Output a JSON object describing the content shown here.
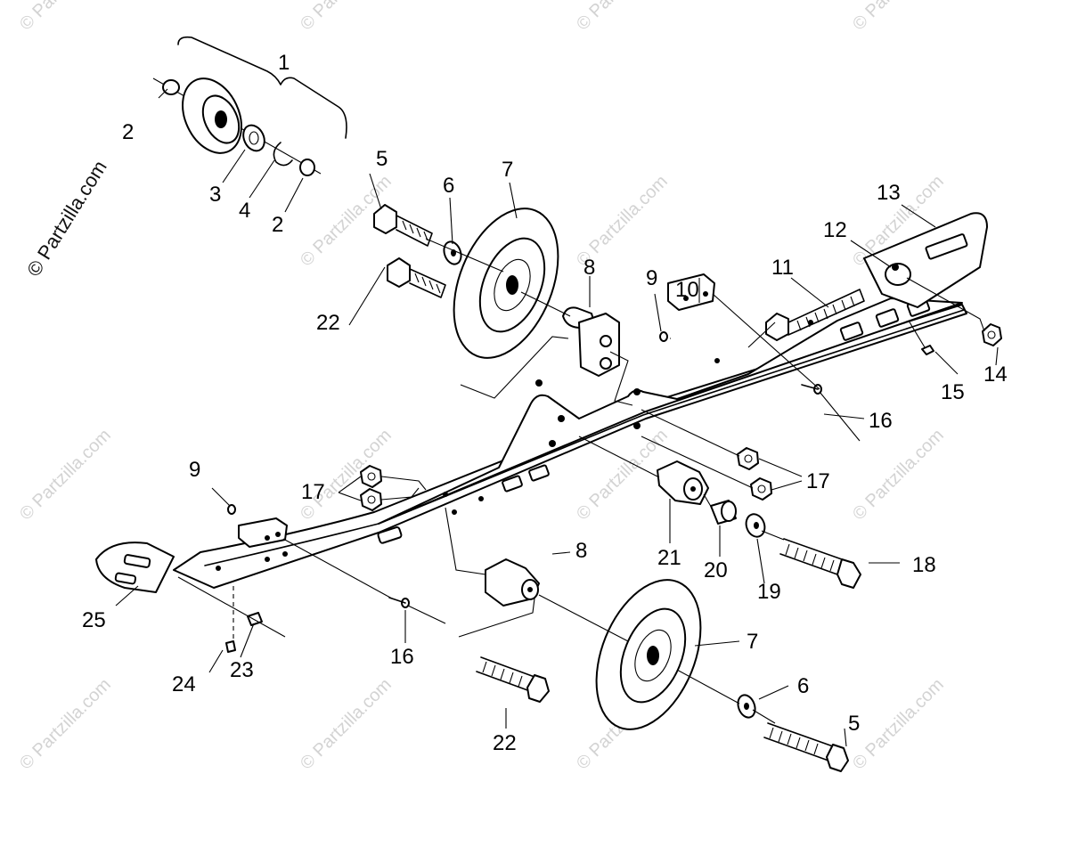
{
  "watermark": {
    "text": "© Partzilla.com",
    "color": "#d3d3d3"
  },
  "callouts": {
    "c1": "1",
    "c2": "2",
    "c3": "3",
    "c4": "4",
    "c5": "5",
    "c6": "6",
    "c7": "7",
    "c8": "8",
    "c9": "9",
    "c10": "10",
    "c11": "11",
    "c12": "12",
    "c13": "13",
    "c14": "14",
    "c15": "15",
    "c16": "16",
    "c17": "17",
    "c18": "18",
    "c19": "19",
    "c20": "20",
    "c21": "21",
    "c22": "22",
    "c23": "23",
    "c24": "24",
    "c25": "25"
  }
}
